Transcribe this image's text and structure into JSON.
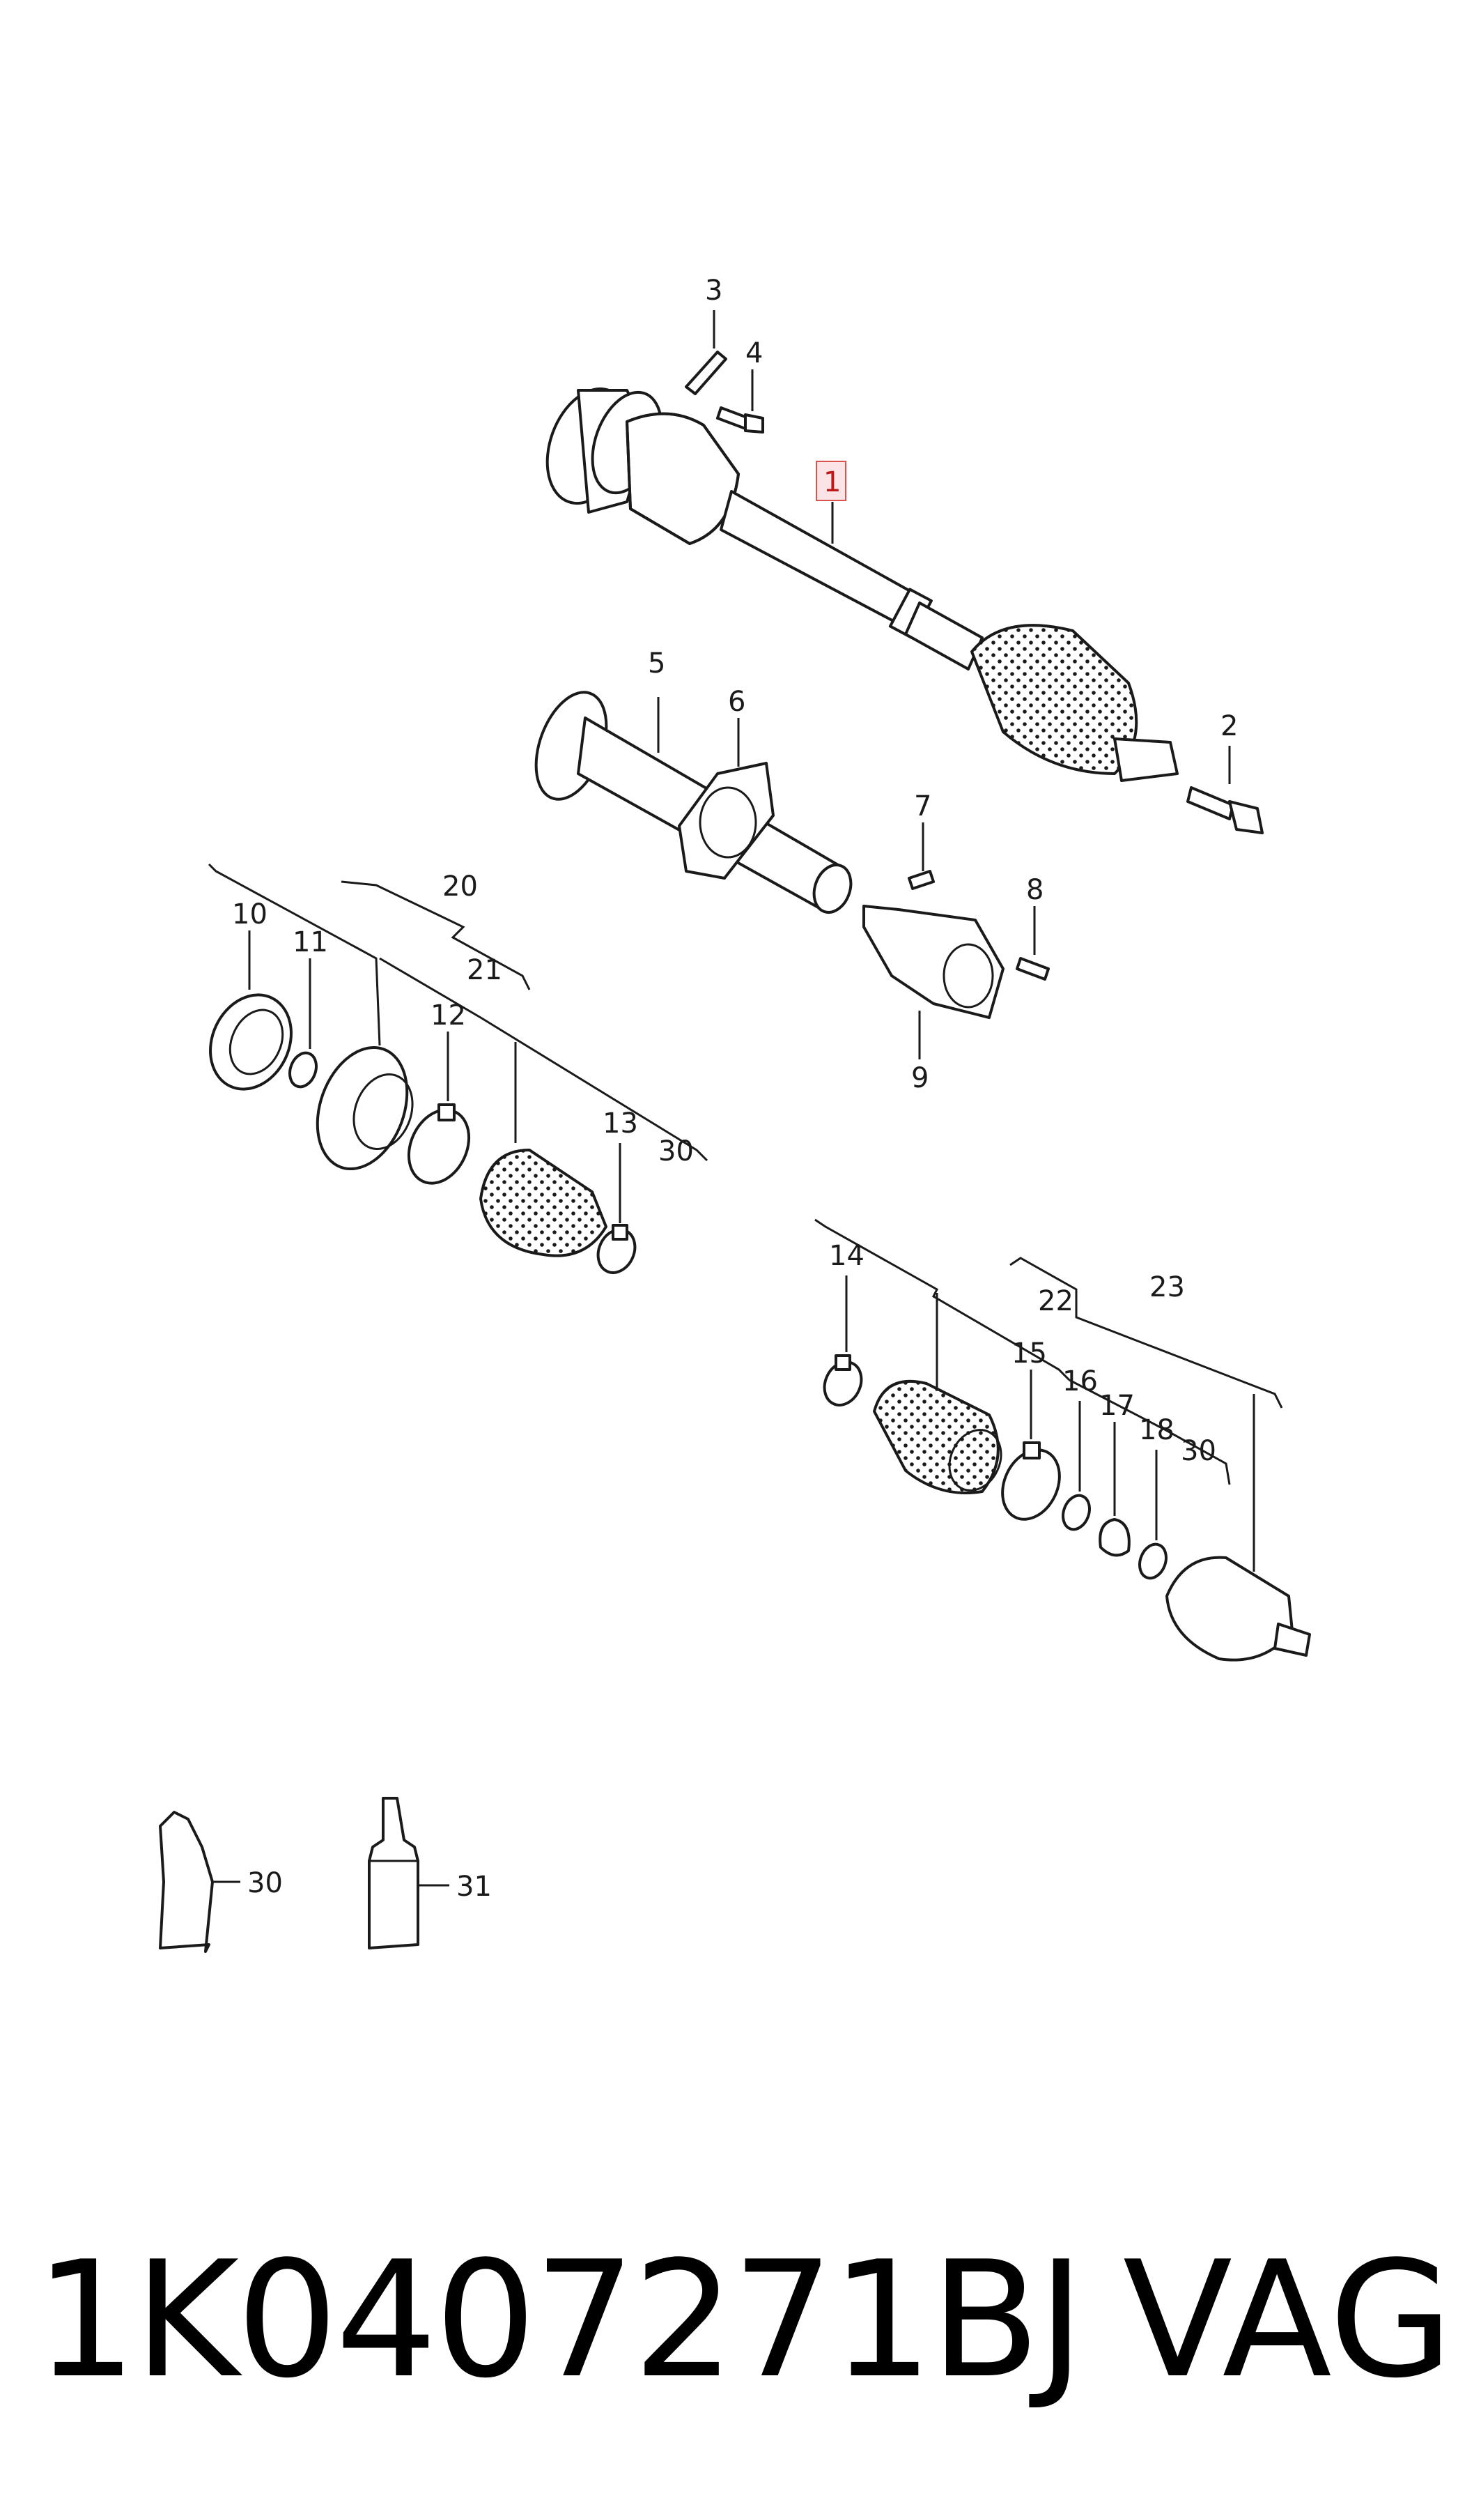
{
  "diagram": {
    "labels": {
      "p1": "1",
      "p2": "2",
      "p3": "3",
      "p4": "4",
      "p5": "5",
      "p6": "6",
      "p7": "7",
      "p8": "8",
      "p9": "9",
      "p10": "10",
      "p11": "11",
      "p12": "12",
      "p13": "13",
      "p14": "14",
      "p15": "15",
      "p16": "16",
      "p17": "17",
      "p18": "18",
      "p20": "20",
      "p21": "21",
      "p22": "22",
      "p23": "23",
      "p30a": "30",
      "p30b": "30",
      "p30c": "30",
      "p31": "31"
    },
    "highlight_color": "#c01818"
  },
  "footer": {
    "part_number": "1K0407271BJ",
    "brand": "VAG"
  }
}
